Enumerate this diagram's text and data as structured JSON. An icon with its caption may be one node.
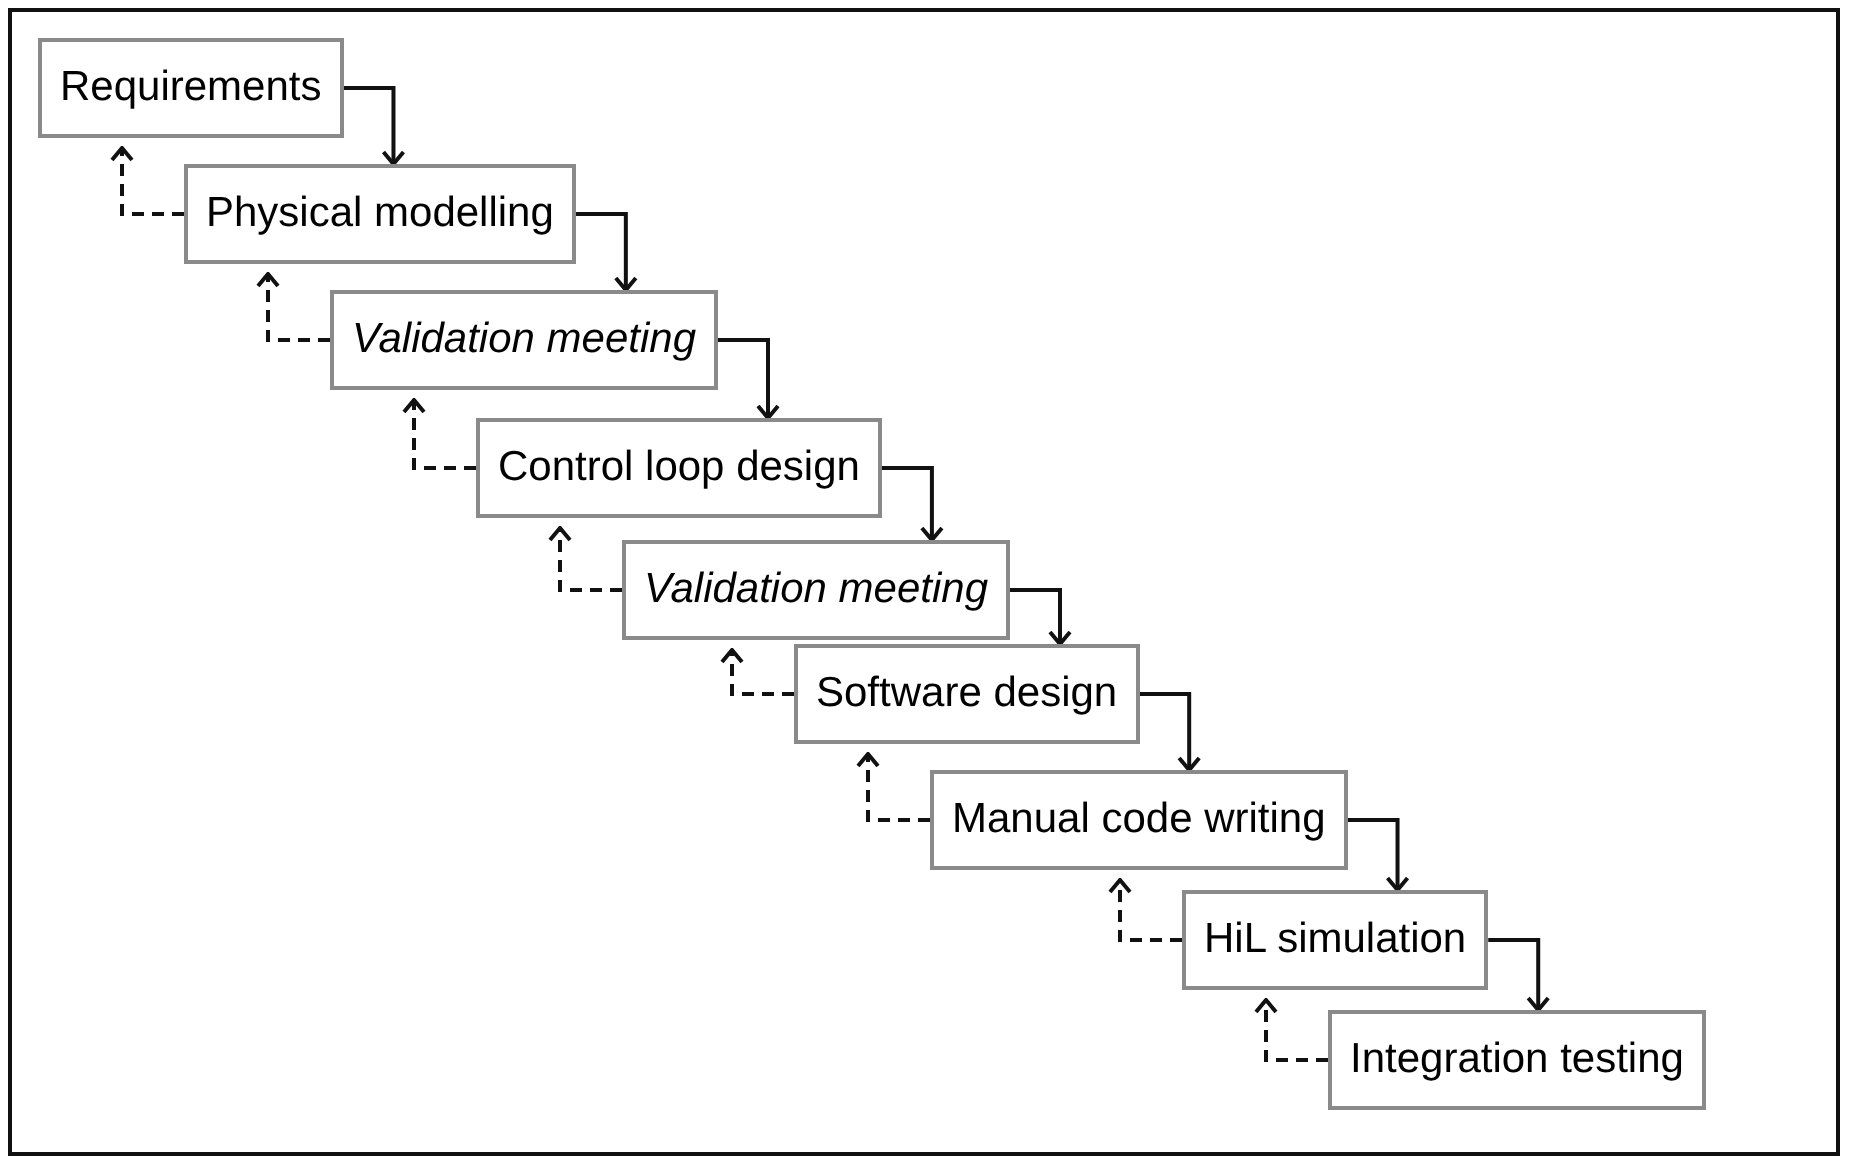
{
  "diagram": {
    "nodes": [
      {
        "text": [
          "Requirements"
        ]
      },
      {
        "text": [
          "Physical modelling"
        ]
      },
      {
        "text": [
          "Validation meeting"
        ]
      },
      {
        "text": [
          "Control loop design"
        ]
      },
      {
        "text": [
          "Validation meeting"
        ]
      },
      {
        "text": [
          "Software design"
        ]
      },
      {
        "text": [
          "Manual code writing"
        ]
      },
      {
        "text": [
          "HiL simulation"
        ]
      },
      {
        "text": [
          "Integration testing"
        ]
      }
    ],
    "edges": [
      {
        "from": 0,
        "to": 1,
        "arrow": "to"
      },
      {
        "from": 1,
        "to": 0,
        "arrow": "to",
        "style": "dashed"
      },
      {
        "from": 1,
        "to": 2,
        "arrow": "to"
      },
      {
        "from": 2,
        "to": 1,
        "arrow": "to",
        "style": "dashed"
      },
      {
        "from": 2,
        "to": 3,
        "arrow": "to"
      },
      {
        "from": 3,
        "to": 2,
        "arrow": "to",
        "style": "dashed"
      },
      {
        "from": 3,
        "to": 4,
        "arrow": "to"
      },
      {
        "from": 4,
        "to": 3,
        "arrow": "to",
        "style": "dashed"
      },
      {
        "from": 4,
        "to": 5,
        "arrow": "to"
      },
      {
        "from": 5,
        "to": 4,
        "arrow": "to",
        "style": "dashed"
      },
      {
        "from": 5,
        "to": 6,
        "arrow": "to"
      },
      {
        "from": 6,
        "to": 5,
        "arrow": "to",
        "style": "dashed"
      },
      {
        "from": 6,
        "to": 7,
        "arrow": "to"
      },
      {
        "from": 7,
        "to": 6,
        "arrow": "to",
        "style": "dashed"
      },
      {
        "from": 7,
        "to": 8,
        "arrow": "to"
      },
      {
        "from": 8,
        "to": 7,
        "arrow": "to",
        "style": "dashed"
      }
    ]
  }
}
